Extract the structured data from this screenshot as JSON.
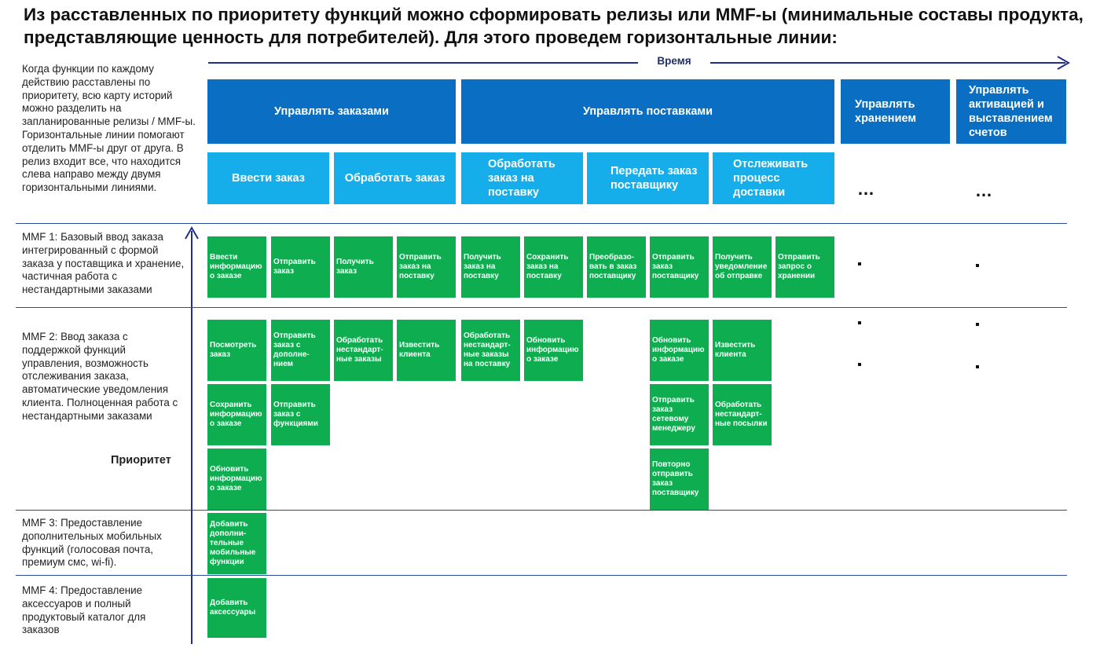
{
  "title": "Из расставленных по приоритету функций можно сформировать релизы или MMF-ы (минимальные составы продукта, представляющие ценность для потребителей). Для этого проведем горизонтальные линии:",
  "intro": "Когда функции по каждому действию расставлены по приоритету, всю карту историй можно разделить на запланированные релизы / MMF-ы. Горизонтальные линии помогают отделить MMF-ы друг от друга. В релиз входит все, что находится слева направо между двумя горизонтальными линиями.",
  "time_label": "Время",
  "priority_label": "Приоритет",
  "epics": [
    "Управлять заказами",
    "Управлять поставками",
    "Управлять хранением",
    "Управлять активацией и выставлением счетов"
  ],
  "activities": [
    "Ввести заказ",
    "Обработать заказ",
    "Обработать заказ на поставку",
    "Передать заказ поставщику",
    "Отслеживать процесс доставки"
  ],
  "ellipsis": "…",
  "releases": [
    "MMF 1: Базовый ввод заказа интегрированный с формой заказа у поставщика и хранение, частичная работа с нестандартными заказами",
    "MMF 2: Ввод заказа с поддержкой функций управления, возможность отслеживания заказа, автоматические уведомления клиента. Полноценная работа с нестандартными заказами",
    "MMF 3: Предоставление дополнительных мобильных функций (голосовая почта, премиум смс, wi-fi).",
    "MMF 4: Предоставление аксессуаров и полный продуктовый каталог для заказов"
  ],
  "stories": {
    "mmf1": [
      "Ввести информацию о заказе",
      "Отправить заказ",
      "Получить заказ",
      "Отправить заказ на поставку",
      "Получить заказ на поставку",
      "Сохранить заказ на поставку",
      "Преобразо-вать в заказ поставщику",
      "Отправить заказ поставщику",
      "Получить уведомление об отправке",
      "Отправить запрос о хранении"
    ],
    "mmf2_row1": [
      "Посмотреть заказ",
      "Отправить заказ с дополне-нием",
      "Обработать нестандарт-ные заказы",
      "Известить клиента",
      "Обработать нестандарт-ные заказы на поставку",
      "Обновить информацию о заказе",
      "Обновить информацию о заказе",
      "Известить клиента"
    ],
    "mmf2_row2": [
      "Сохранить информацию о заказе",
      "Отправить заказ с функциями",
      "Отправить заказ сетевому менеджеру",
      "Обработать нестандарт-ные посылки"
    ],
    "mmf2_row3": [
      "Обновить информацию о заказе",
      "Повторно отправить заказ поставщику"
    ],
    "mmf3": [
      "Добавить дополни-тельные мобильные функции"
    ],
    "mmf4": [
      "Добавить аксессуары"
    ]
  },
  "colors": {
    "epic": "#0a6fc2",
    "activity": "#16aeea",
    "story": "#0ead4f",
    "line": "#2c4a99",
    "arrow": "#1f2f8a"
  }
}
